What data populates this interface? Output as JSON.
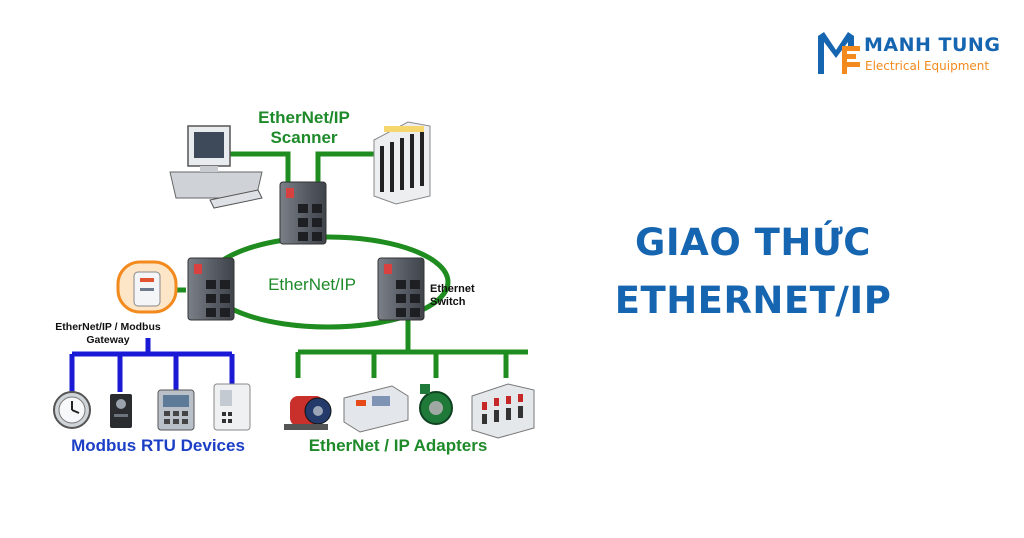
{
  "brand": {
    "name": "MANH TUNG",
    "tagline": "Electrical Equipment",
    "colors": {
      "blue": "#1565b0",
      "orange": "#f28a1e"
    }
  },
  "headline": {
    "line1": "GIAO THỨC",
    "line2": "ETHERNET/IP",
    "color": "#1565b0"
  },
  "diagram": {
    "scanner_label_line1": "EtherNet/IP",
    "scanner_label_line2": "Scanner",
    "ring_label": "EtherNet/IP",
    "switch_label_line1": "Ethernet",
    "switch_label_line2": "Switch",
    "gateway_label_line1": "EtherNet/IP / Modbus",
    "gateway_label_line2": "Gateway",
    "modbus_devices_label": "Modbus RTU Devices",
    "adapters_label": "EtherNet / IP Adapters",
    "colors": {
      "ethernet_green": "#1f8c1f",
      "label_green": "#1e8a2a",
      "modbus_blue": "#1a1ad6",
      "label_blue": "#1c3fc6"
    },
    "icons": [
      "computer-icon",
      "plc-rack-icon",
      "network-switch-icon",
      "gateway-icon",
      "clock-gauge-icon",
      "sensor-icon",
      "hmi-panel-icon",
      "keypad-panel-icon",
      "motor-icon",
      "io-module-icon",
      "encoder-icon",
      "drive-rack-icon"
    ]
  }
}
